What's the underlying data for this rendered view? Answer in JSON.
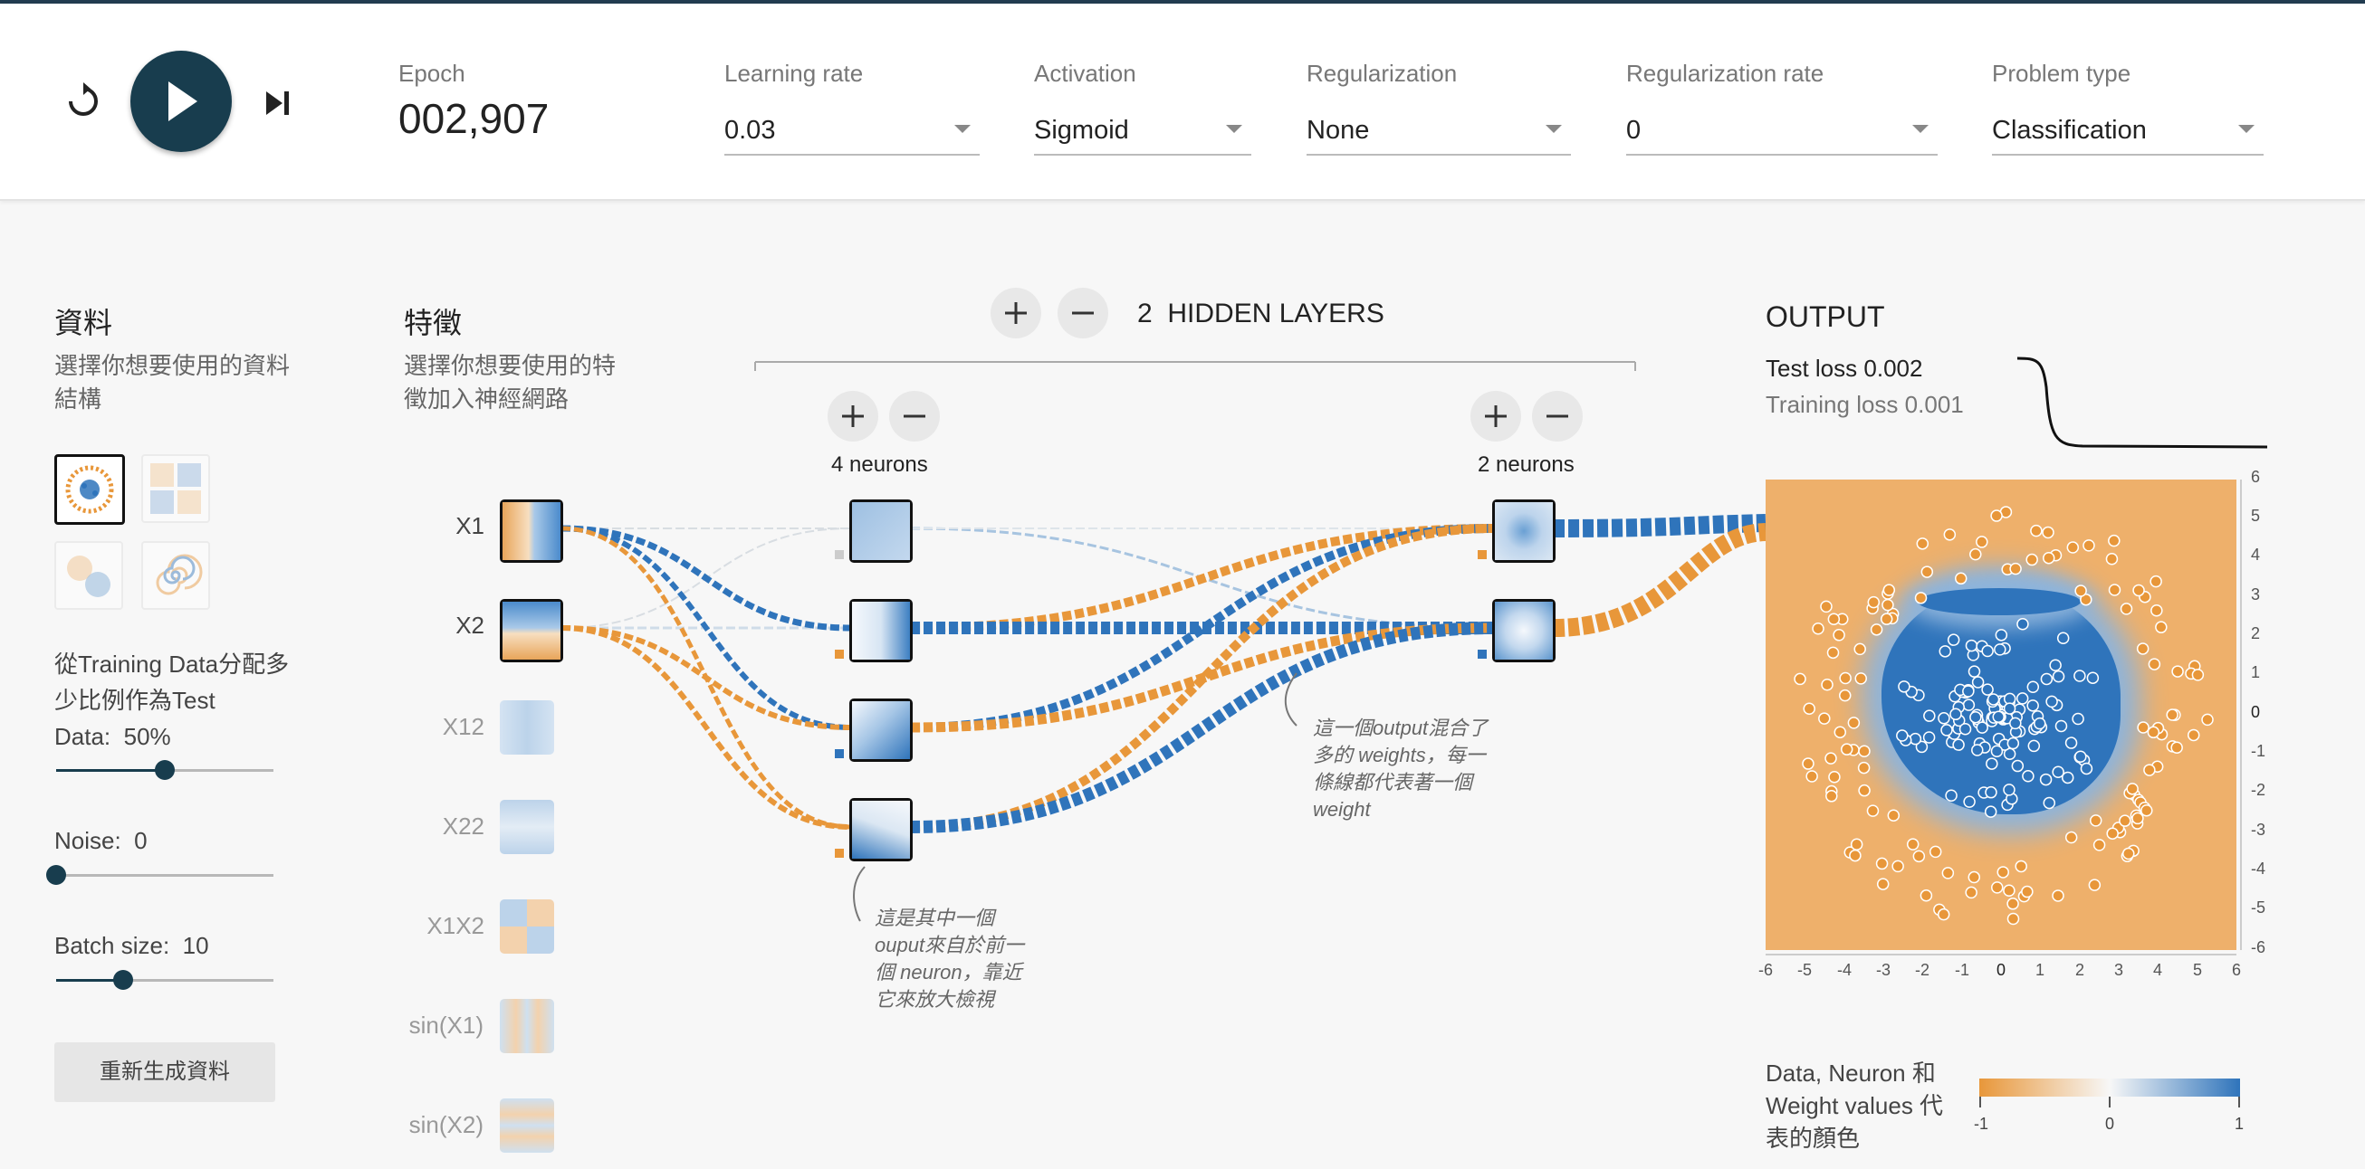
{
  "controls": {
    "epoch_label": "Epoch",
    "epoch_value": "002,907",
    "learning_rate": {
      "label": "Learning rate",
      "value": "0.03"
    },
    "activation": {
      "label": "Activation",
      "value": "Sigmoid"
    },
    "regularization": {
      "label": "Regularization",
      "value": "None"
    },
    "regularization_rate": {
      "label": "Regularization rate",
      "value": "0"
    },
    "problem_type": {
      "label": "Problem type",
      "value": "Classification"
    }
  },
  "data_panel": {
    "title": "資料",
    "description": "選擇你想要使用的資料結構",
    "ratio_label": "從Training Data分配多少比例作為Test Data:",
    "ratio_value": "50%",
    "ratio_fraction": 0.5,
    "noise_label": "Noise:",
    "noise_value": "0",
    "noise_fraction": 0.0,
    "batch_label": "Batch size:",
    "batch_value": "10",
    "batch_fraction": 0.31,
    "regenerate_label": "重新生成資料"
  },
  "features_panel": {
    "title": "特徵",
    "description": "選擇你想要使用的特徵加入神經網路",
    "features": [
      "X1",
      "X2",
      "X12",
      "X22",
      "X1X2",
      "sin(X1)",
      "sin(X2)"
    ]
  },
  "network": {
    "hidden_count": "2",
    "hidden_label": "HIDDEN LAYERS",
    "layer1_neurons": "4 neurons",
    "layer2_neurons": "2 neurons",
    "annotation1": "這是其中一個ouput來自於前一個 neuron，靠近它來放大檢視",
    "annotation2": "這一個output混合了多的 weights，每一條線都代表著一個 weight"
  },
  "output_panel": {
    "title": "OUTPUT",
    "test_loss_label": "Test loss",
    "test_loss_value": "0.002",
    "training_loss_label": "Training loss",
    "training_loss_value": "0.001",
    "axis_ticks": [
      "-6",
      "-5",
      "-4",
      "-3",
      "-2",
      "-1",
      "0",
      "1",
      "2",
      "3",
      "4",
      "5",
      "6"
    ],
    "legend_text": "Data, Neuron 和 Weight values 代表的顏色",
    "legend_ticks": [
      "-1",
      "0",
      "1"
    ]
  },
  "colors": {
    "orange": "#e8973a",
    "blue": "#2f74bb",
    "dark": "#183d4e"
  }
}
